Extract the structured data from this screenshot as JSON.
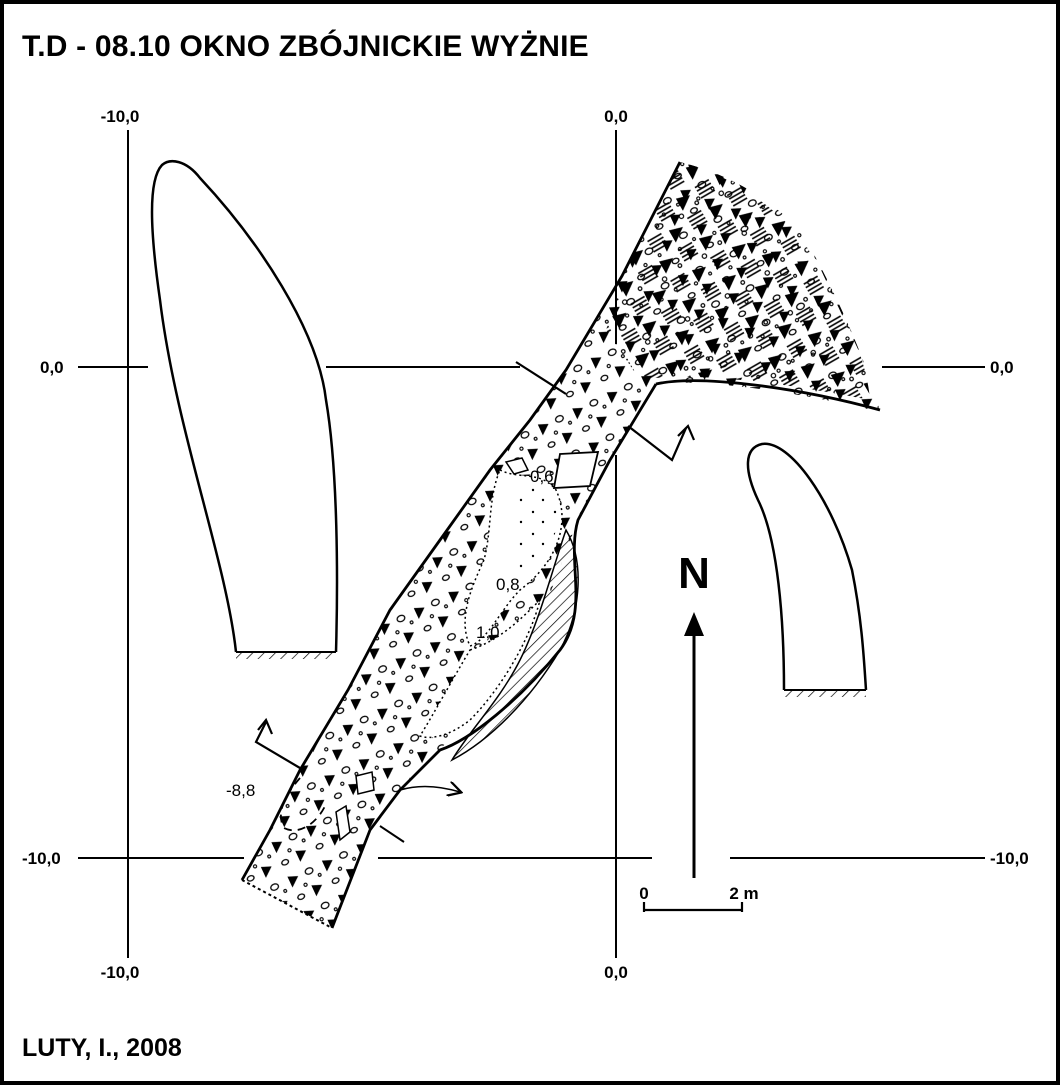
{
  "title": "T.D - 08.10  OKNO ZBÓJNICKIE WYŻNIE",
  "author": "LUTY, I., 2008",
  "grid": {
    "top_left": "-10,0",
    "top_center": "0,0",
    "bottom_left": "-10,0",
    "bottom_center": "0,0",
    "left_middle": "0,0",
    "left_bottom": "-10,0",
    "right_middle": "0,0",
    "right_bottom": "-10,0"
  },
  "depths": [
    "0,6",
    "0,8",
    "1,0",
    "-8,8"
  ],
  "north": "N",
  "scale": {
    "start": "0",
    "end": "2 m"
  },
  "colors": {
    "ink": "#000000",
    "paper": "#ffffff"
  },
  "icons": [
    "north-arrow-icon",
    "section-arrow-icon",
    "flow-arrow-icon"
  ]
}
